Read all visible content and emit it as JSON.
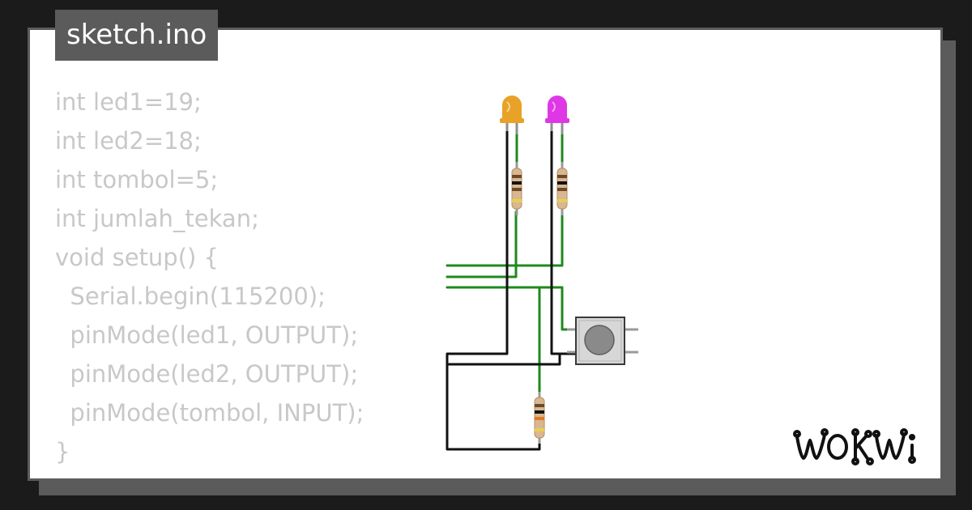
{
  "sketch": {
    "filename": "sketch.ino",
    "code_lines": [
      "int led1=19;",
      "int led2=18;",
      "int tombol=5;",
      "int jumlah_tekan;",
      "void setup() {",
      "  Serial.begin(115200);",
      "  pinMode(led1, OUTPUT);",
      "  pinMode(led2, OUTPUT);",
      "  pinMode(tombol, INPUT);",
      "}"
    ]
  },
  "diagram": {
    "led1_color": "#e8a227",
    "led2_color": "#df37e6",
    "wire_green": "#1e8a1e",
    "wire_black": "#111111",
    "button_cap": "#8a8a8a"
  },
  "brand": {
    "logo_text": "WOKWi",
    "logo_icon": "wokwi-logo"
  }
}
